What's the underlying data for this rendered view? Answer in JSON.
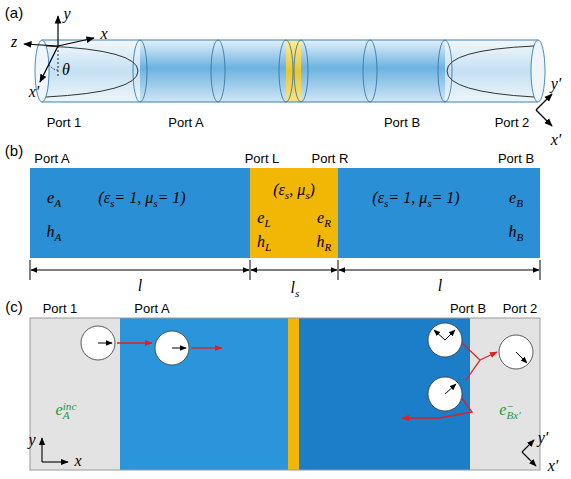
{
  "diagram": {
    "nodes": [
      {
        "text": [
          "eA",
          "(εs = 1, μs = 1)",
          "hA"
        ]
      },
      {
        "text": [
          "(εs, μs)",
          "eL",
          "hL",
          "eR",
          "hR"
        ]
      },
      {
        "text": [
          "(εs = 1, μs = 1)",
          "eB",
          "hB"
        ]
      }
    ],
    "labels": [
      "(a)",
      "y",
      "z",
      "x",
      "θ",
      "x′",
      "Port 1",
      "Port A",
      "Port B",
      "Port 2",
      "y′",
      "x′",
      "(b)",
      "Port A",
      "Port L",
      "Port R",
      "Port B",
      "l",
      "ls",
      "l",
      "(c)",
      "Port 1",
      "Port A",
      "Port B",
      "Port 2",
      "y",
      "x",
      "eAinc",
      "e−Bx′",
      "y′",
      "x′"
    ]
  }
}
